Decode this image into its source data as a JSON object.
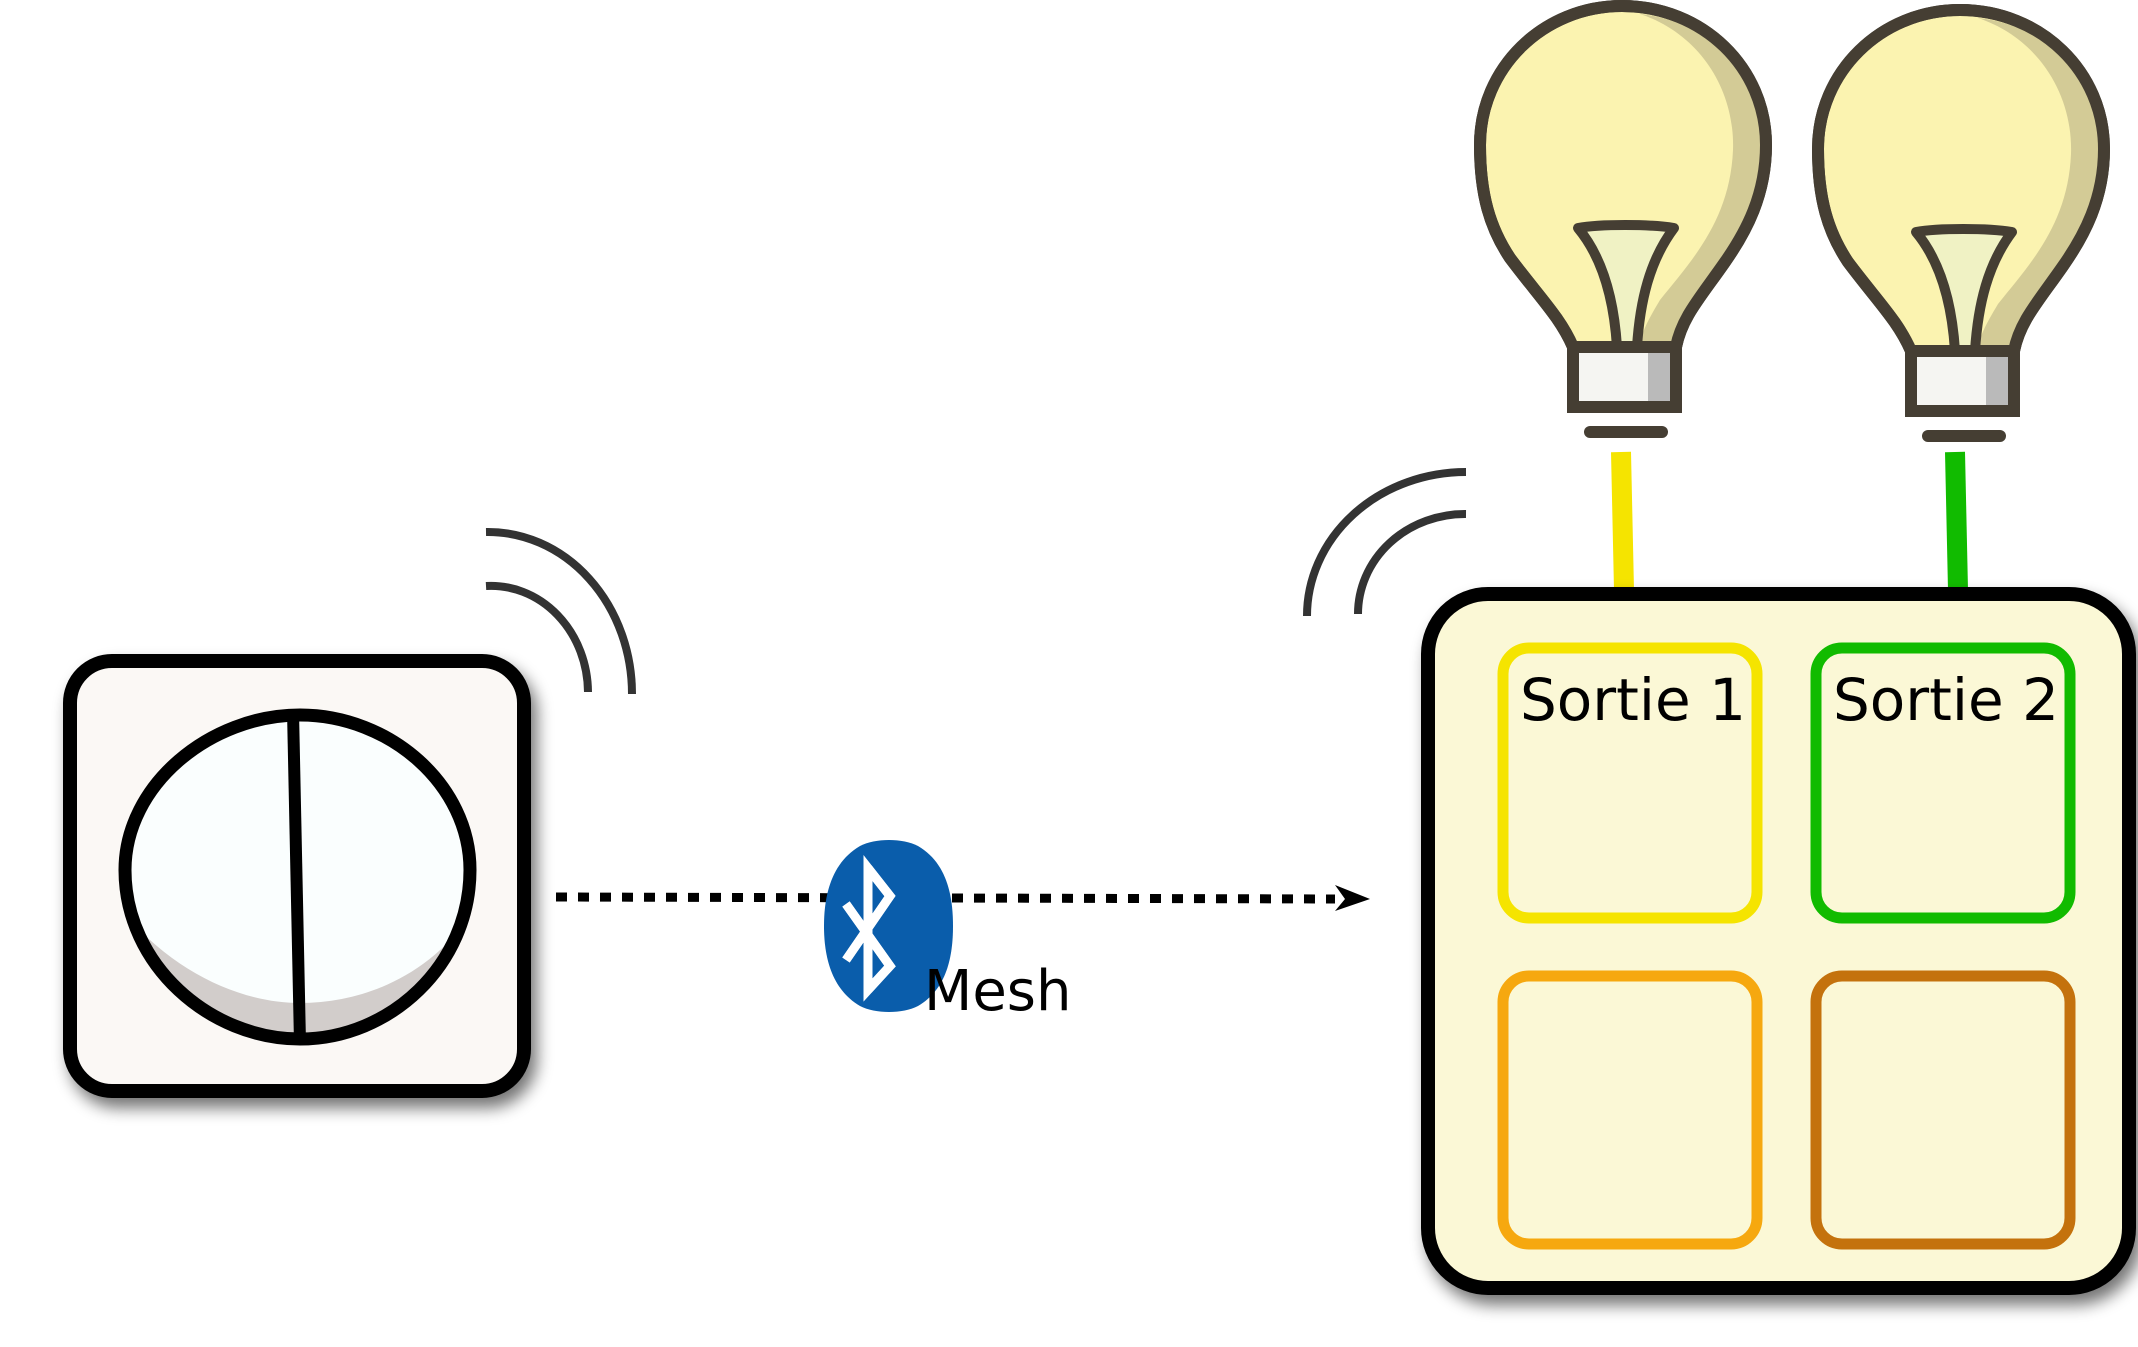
{
  "diagram": {
    "outputs": [
      {
        "label": "Sortie 1",
        "color": "#f5e400"
      },
      {
        "label": "Sortie 2",
        "color": "#11bb00"
      },
      {
        "label": "",
        "color": "#f6a80f"
      },
      {
        "label": "",
        "color": "#c4720d"
      }
    ],
    "link": {
      "protocol_label": "Mesh",
      "protocol_icon": "bluetooth-icon",
      "style": "dotted-arrow"
    },
    "colors": {
      "module_fill": "#fbf8d6",
      "switch_fill": "#fbf8f5",
      "bulb_fill": "#fbf3b0",
      "bulb_stroke": "#453e33",
      "bluetooth_blue": "#0a5dab"
    }
  }
}
